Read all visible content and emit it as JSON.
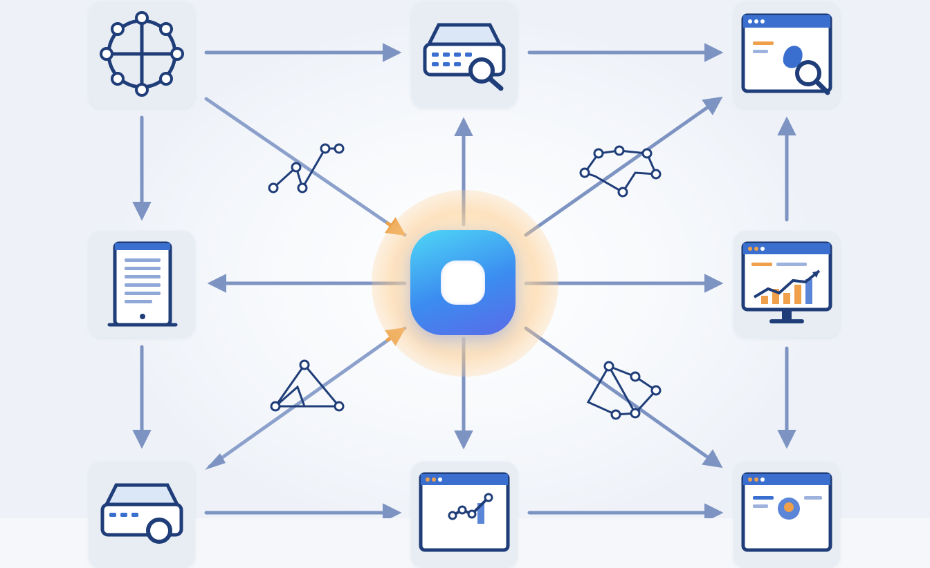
{
  "colors": {
    "arrow": "#7d93c2",
    "arrow_accent": "#eaa24c",
    "icon_stroke": "#1f3d78",
    "icon_accent": "#3a6fcf",
    "card_bg": "#e8edf4",
    "chart_orange": "#f0a04b",
    "chart_blue": "#5b85d6"
  },
  "nodes": [
    {
      "id": "top-left",
      "icon": "network-globe-icon"
    },
    {
      "id": "top-center",
      "icon": "database-search-icon"
    },
    {
      "id": "top-right",
      "icon": "window-search-icon"
    },
    {
      "id": "mid-left",
      "icon": "tablet-document-icon"
    },
    {
      "id": "mid-right",
      "icon": "monitor-chart-icon"
    },
    {
      "id": "bottom-left",
      "icon": "database-search-icon"
    },
    {
      "id": "bottom-center",
      "icon": "window-chart-icon"
    },
    {
      "id": "bottom-right",
      "icon": "window-profile-icon"
    }
  ],
  "hub": {
    "icon": "hub-ring-icon"
  },
  "edge_glyphs": [
    "polyline-graph-icon",
    "polyline-graph-icon",
    "polyline-graph-icon",
    "polyline-graph-icon"
  ]
}
